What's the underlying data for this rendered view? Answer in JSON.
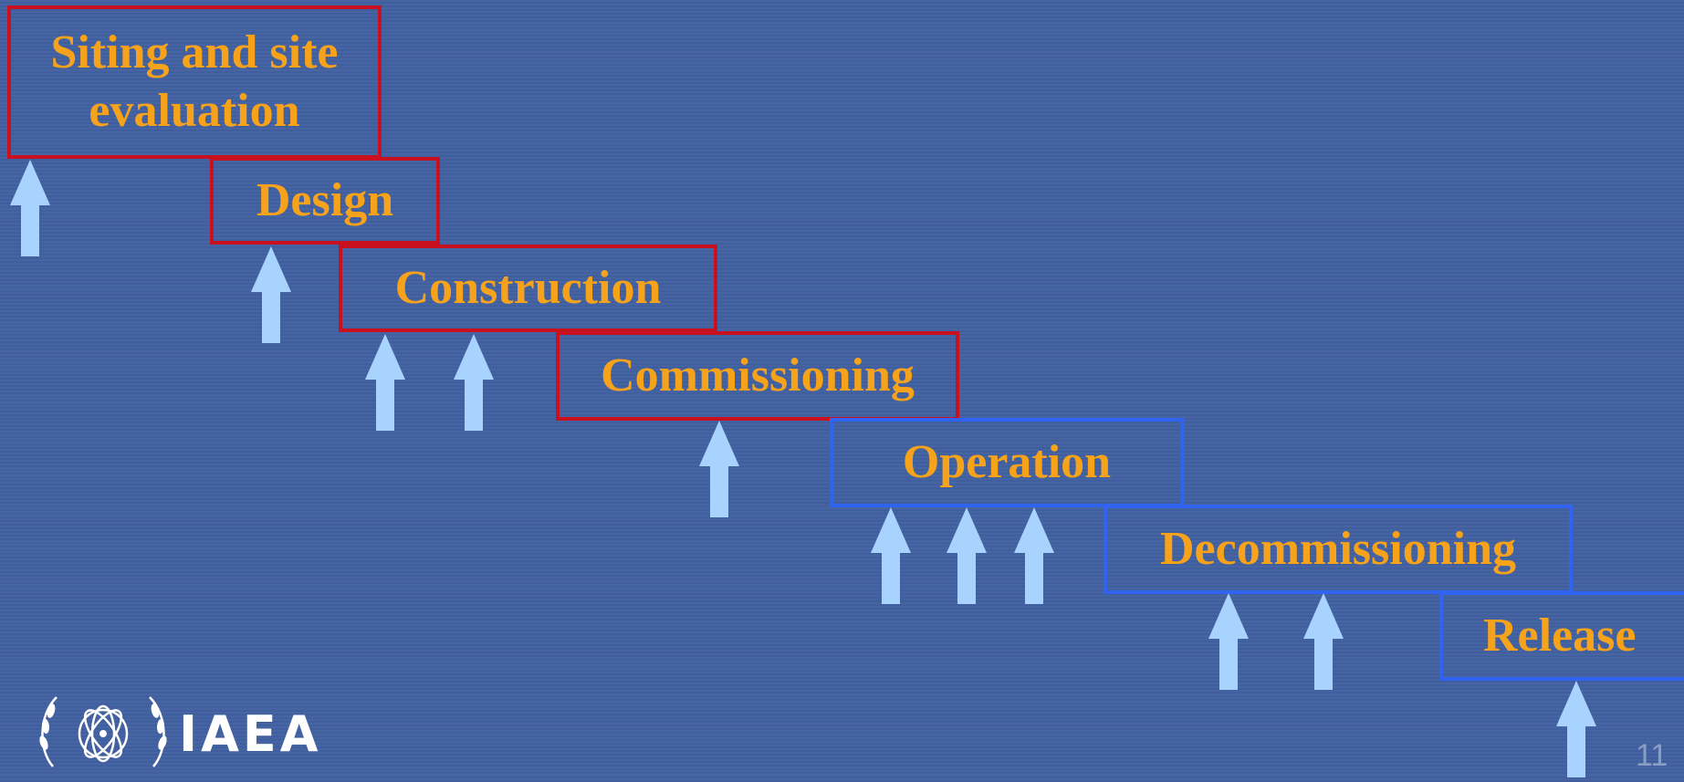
{
  "slide": {
    "stages": [
      {
        "label": "Siting and site\nevaluation",
        "style": "red"
      },
      {
        "label": "Design",
        "style": "red"
      },
      {
        "label": "Construction",
        "style": "red"
      },
      {
        "label": "Commissioning",
        "style": "red"
      },
      {
        "label": "Operation",
        "style": "blue"
      },
      {
        "label": "Decommissioning",
        "style": "blue"
      },
      {
        "label": "Release",
        "style": "blue"
      }
    ],
    "logo_text": "IAEA",
    "page_number": "11"
  },
  "colors": {
    "background": "#3f5e9e",
    "label_text": "#f7a21b",
    "red_border": "#c8101e",
    "blue_border": "#2f63f0",
    "arrow_fill": "#a9d3ff"
  },
  "icons": {
    "arrow": "up-arrow-icon",
    "logo": "un-emblem-icon"
  }
}
